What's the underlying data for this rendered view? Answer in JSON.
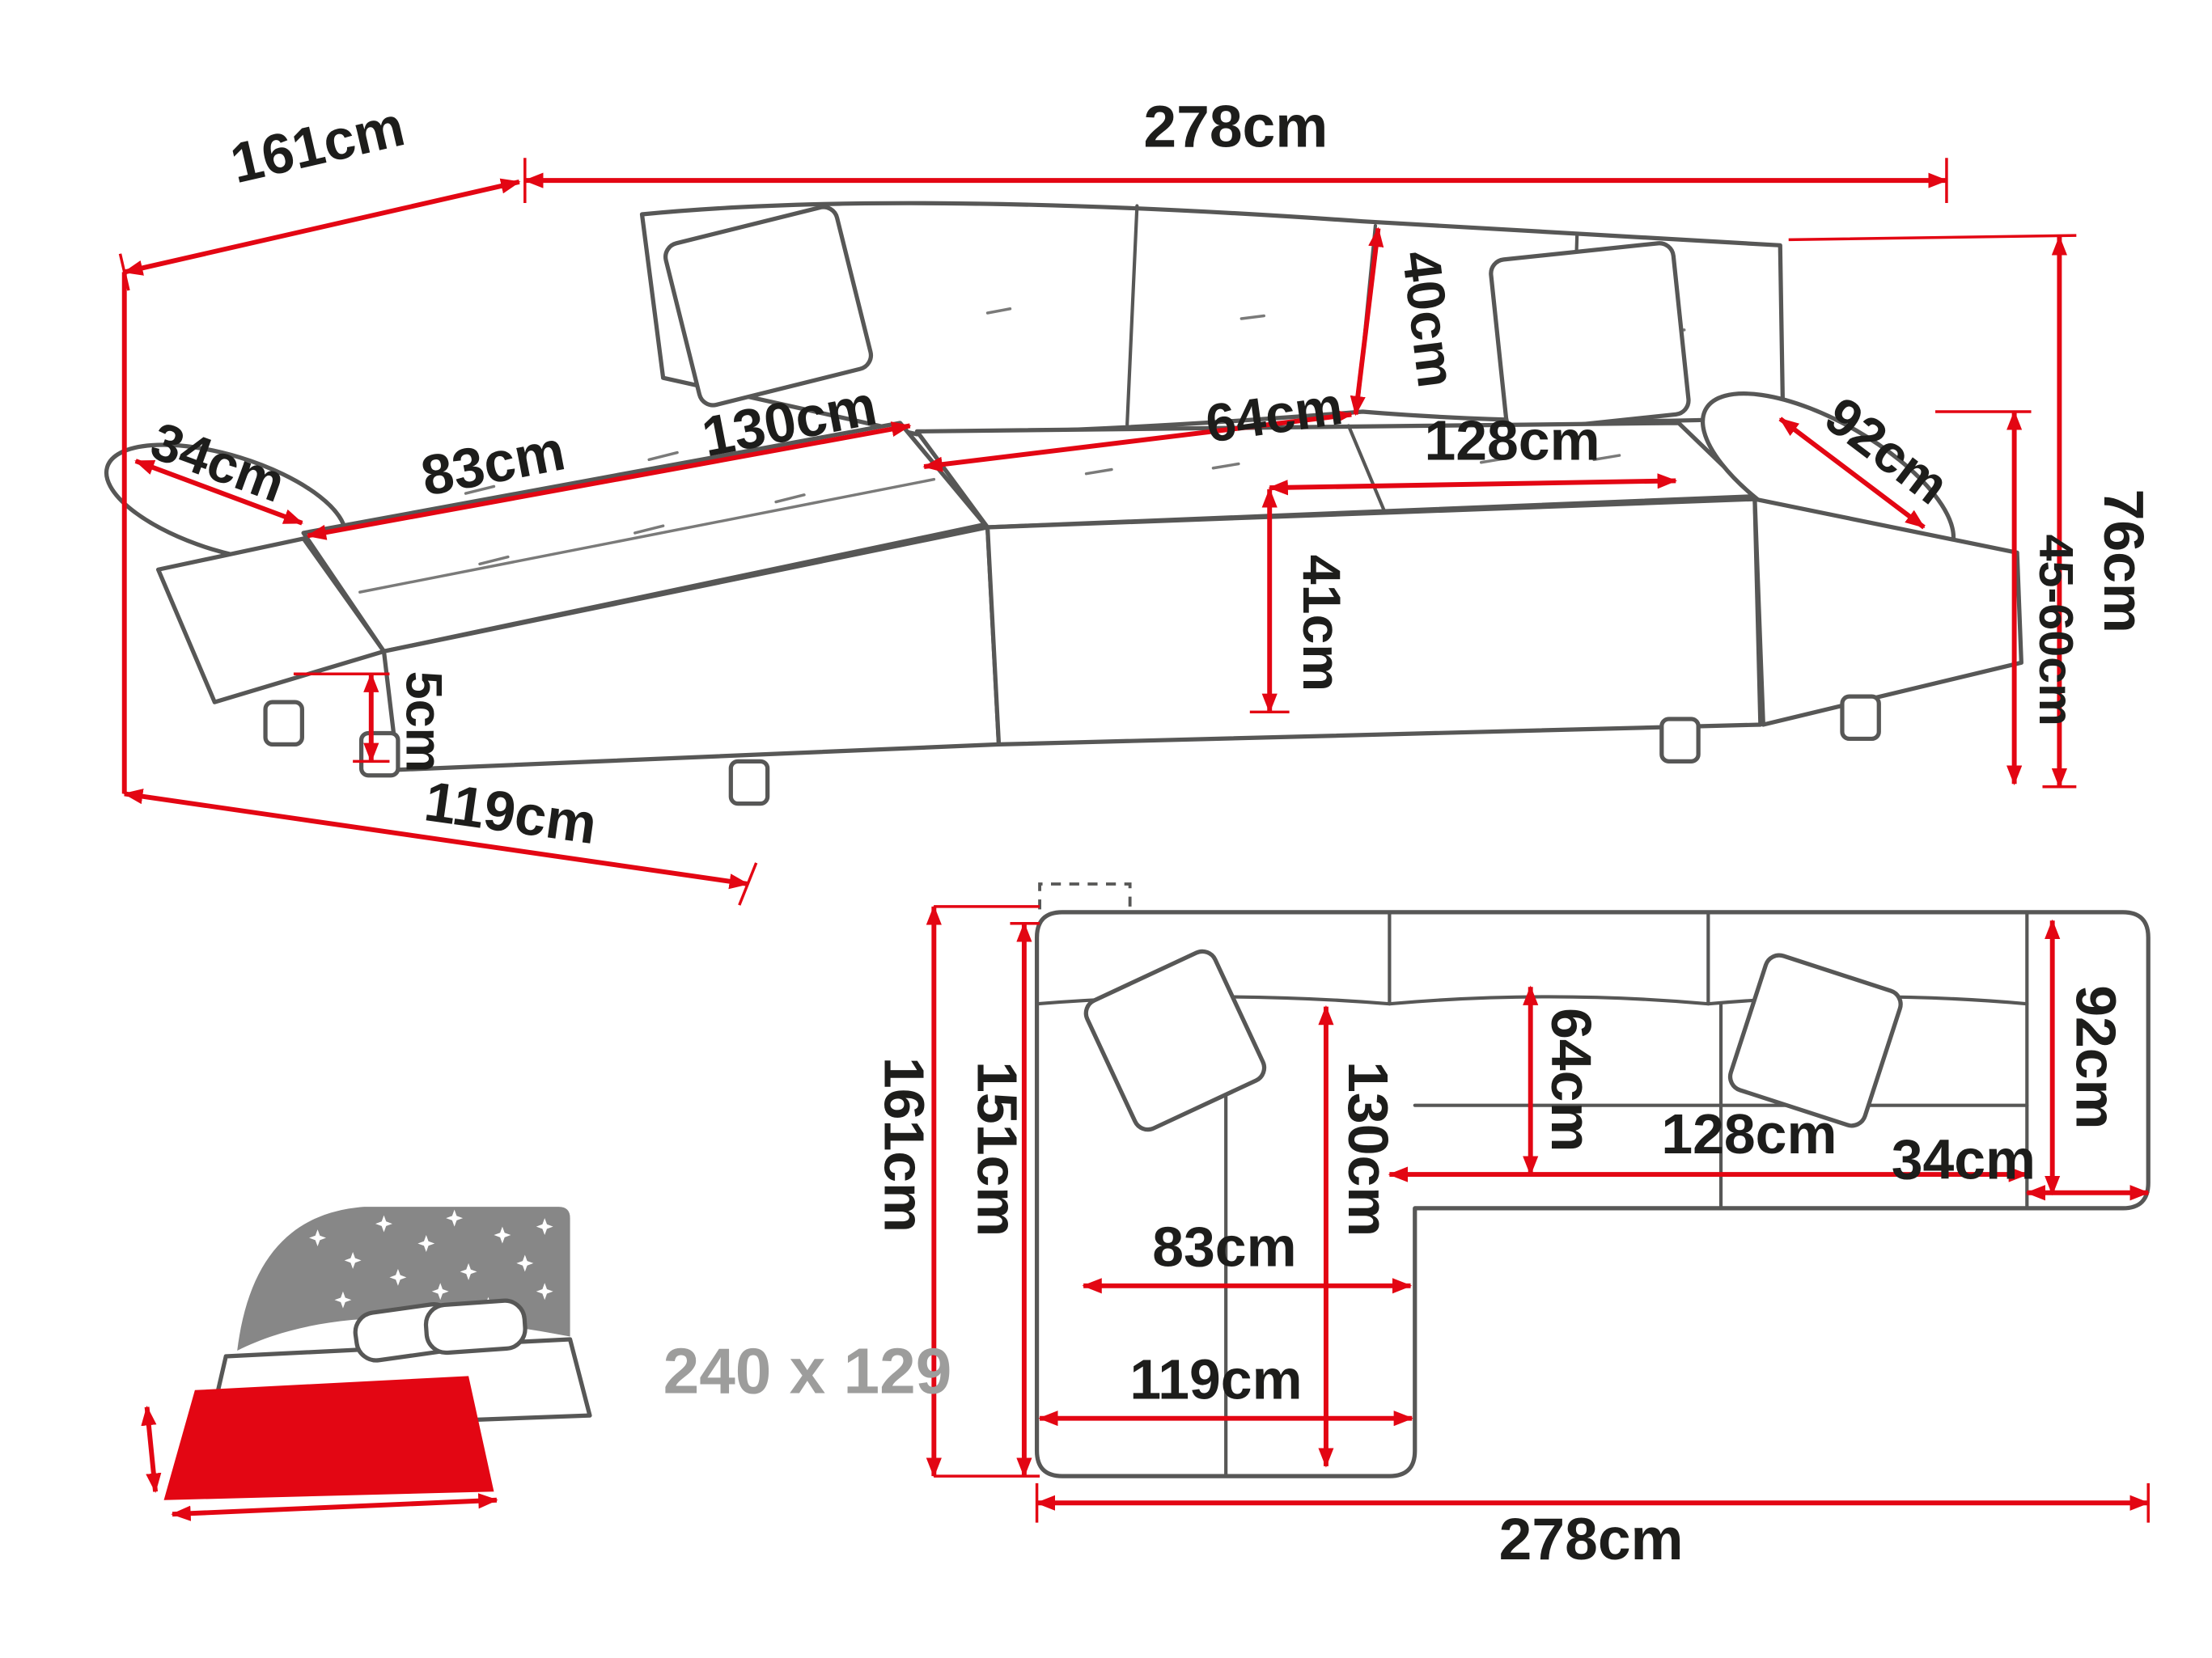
{
  "diagram": {
    "perspective": {
      "w278": "278cm",
      "d161": "161cm",
      "h40": "40cm",
      "a34": "34cm",
      "s83": "83cm",
      "c130": "130cm",
      "d64": "64cm",
      "s128": "128cm",
      "a92": "92cm",
      "h76": "76cm",
      "h4560": "45-60cm",
      "h41": "41cm",
      "h5": "5cm",
      "d119": "119cm"
    },
    "plan": {
      "d161": "161cm",
      "d151": "151cm",
      "a92": "92cm",
      "c130": "130cm",
      "d64": "64cm",
      "s128": "128cm",
      "a34": "34cm",
      "s83": "83cm",
      "d119": "119cm",
      "w278": "278cm"
    },
    "sleeping": {
      "size": "240 x 129"
    },
    "colors": {
      "dimension_red": "#e30613",
      "outline_grey": "#575756",
      "text_black": "#1d1d1b",
      "icon_grey": "#878787"
    }
  }
}
